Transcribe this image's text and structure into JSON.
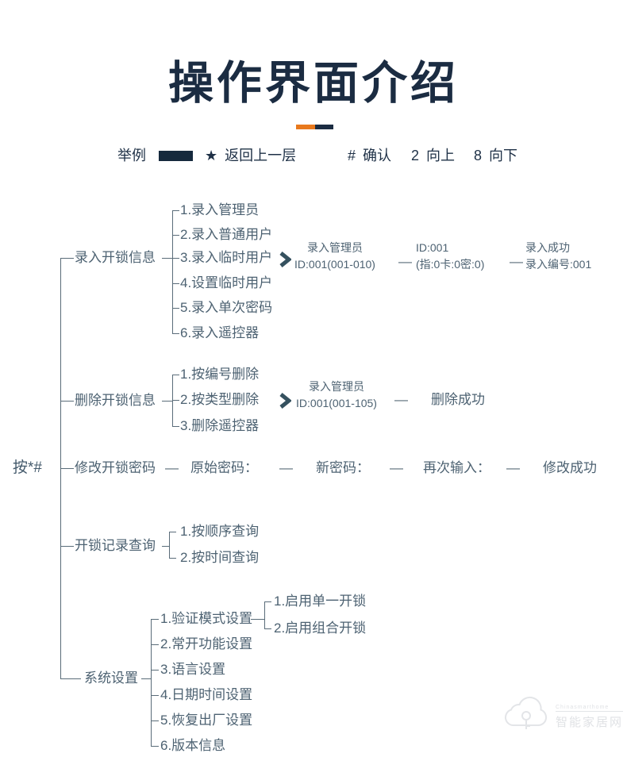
{
  "title": {
    "text": "操作界面介绍"
  },
  "colors": {
    "navy": "#1b2c42",
    "slate_text": "#4d6272",
    "line": "#5a6c79",
    "orange": "#e8791d",
    "arrow": "#35515f"
  },
  "glyphs": {
    "dash": "—"
  },
  "icons": {
    "flow_arrow": "chevron-right",
    "watermark_logo": "cloud"
  },
  "legend": {
    "example_label": "举例",
    "items": [
      {
        "symbol": "★",
        "label": "返回上一层"
      },
      {
        "symbol": "#",
        "label": "确认"
      },
      {
        "symbol": "2",
        "label": "向上"
      },
      {
        "symbol": "8",
        "label": "向下"
      }
    ]
  },
  "tree": {
    "root_label": "按*#",
    "branches": [
      {
        "label": "录入开锁信息",
        "children": [
          "1.录入管理员",
          "2.录入普通用户",
          "3.录入临时用户",
          "4.设置临时用户",
          "5.录入单次密码",
          "6.录入遥控器"
        ],
        "flow": [
          {
            "line1": "录入管理员",
            "line2": "ID:001(001-010)"
          },
          {
            "line1": "ID:001",
            "line2": "(指:0卡:0密:0)"
          },
          {
            "line1": "录入成功",
            "line2": "录入编号:001"
          }
        ]
      },
      {
        "label": "删除开锁信息",
        "children": [
          "1.按编号删除",
          "2.按类型删除",
          "3.删除遥控器"
        ],
        "flow": [
          {
            "line1": "录入管理员",
            "line2": "ID:001(001-105)"
          }
        ],
        "result": "删除成功"
      },
      {
        "label": "修改开锁密码",
        "steps": [
          "原始密码：",
          "新密码：",
          "再次输入：",
          "修改成功"
        ]
      },
      {
        "label": "开锁记录查询",
        "children": [
          "1.按顺序查询",
          "2.按时间查询"
        ]
      },
      {
        "label": "系统设置",
        "children": [
          "1.验证模式设置",
          "2.常开功能设置",
          "3.语言设置",
          "4.日期时间设置",
          "5.恢复出厂设置",
          "6.版本信息"
        ],
        "subchildren": [
          "1.启用单一开锁",
          "2.启用组合开锁"
        ]
      }
    ]
  },
  "watermark": {
    "brand_en": "Chinasmarthome",
    "brand_cn": "智能家居网"
  }
}
